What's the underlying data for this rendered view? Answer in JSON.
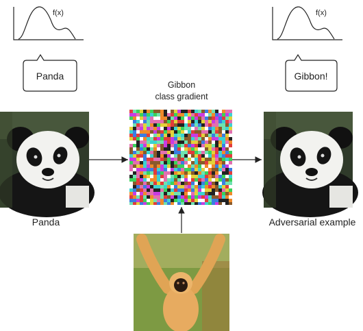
{
  "left_plot": {
    "function_label": "f(x)"
  },
  "right_plot": {
    "function_label": "f(x)"
  },
  "left_bubble": {
    "text": "Panda"
  },
  "right_bubble": {
    "text": "Gibbon!"
  },
  "gradient": {
    "title_line1": "Gibbon",
    "title_line2": "class gradient"
  },
  "captions": {
    "left": "Panda",
    "right": "Adversarial example"
  }
}
